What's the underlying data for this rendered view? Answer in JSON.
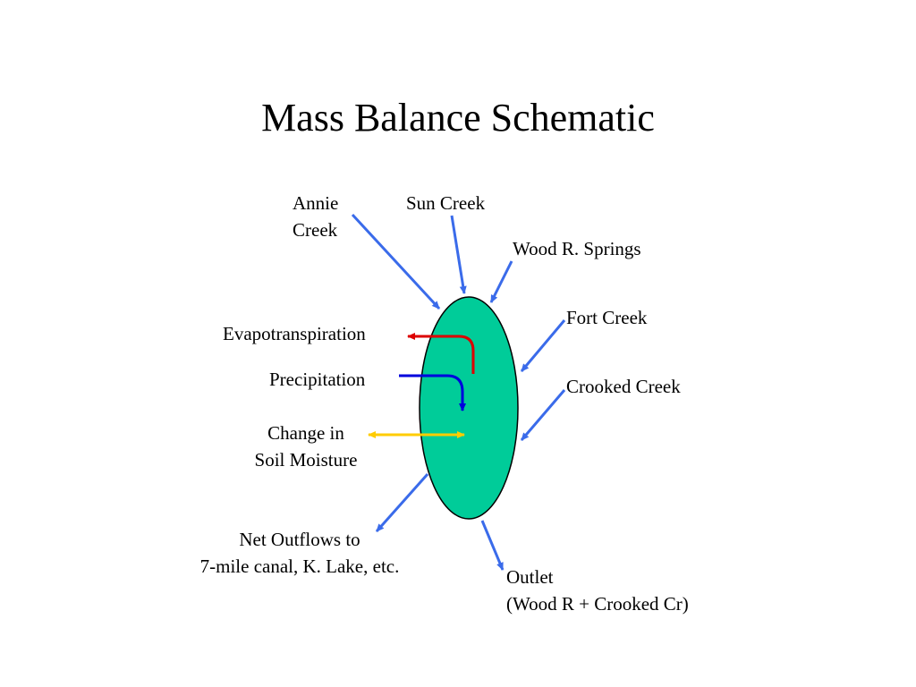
{
  "title": "Mass Balance Schematic",
  "colors": {
    "reservoir_fill": "#00cc99",
    "inflow_arrow": "#3a6bea",
    "evapotranspiration_arrow": "#dd0000",
    "precipitation_arrow": "#0000dd",
    "soil_moisture_arrow": "#ffcc00"
  },
  "labels": {
    "annie_creek": [
      "Annie",
      "Creek"
    ],
    "sun_creek": "Sun Creek",
    "wood_r_springs": "Wood R. Springs",
    "fort_creek": "Fort Creek",
    "crooked_creek": "Crooked Creek",
    "evapotranspiration": "Evapotranspiration",
    "precipitation": "Precipitation",
    "change_in_soil_moisture": [
      "Change in",
      "Soil Moisture"
    ],
    "net_outflows": [
      "Net Outflows to",
      "7-mile canal, K. Lake, etc."
    ],
    "outlet": [
      "Outlet",
      "(Wood R + Crooked Cr)"
    ]
  }
}
